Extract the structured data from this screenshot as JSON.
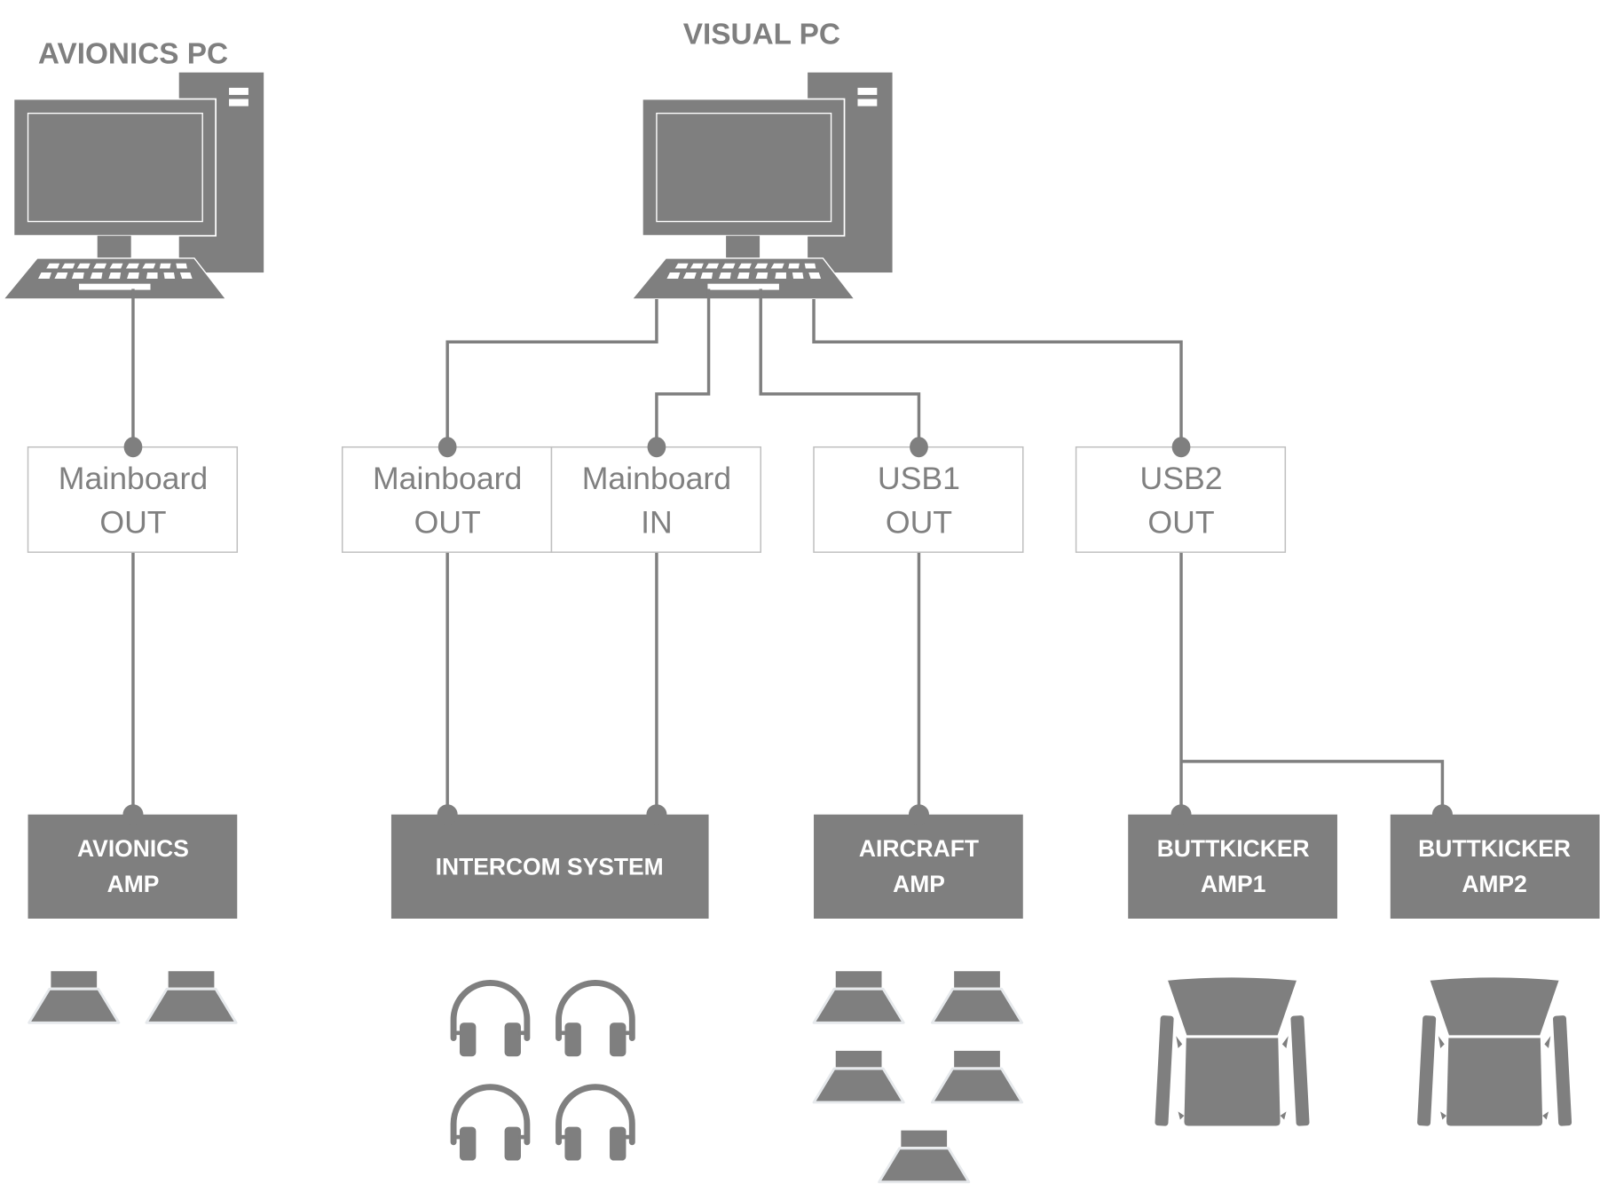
{
  "diagram": {
    "pcs": [
      {
        "id": "avionics-pc",
        "label": "AVIONICS PC"
      },
      {
        "id": "visual-pc",
        "label": "VISUAL PC"
      }
    ],
    "ports": [
      {
        "id": "avionics-mainboard-out",
        "line1": "Mainboard",
        "line2": "OUT",
        "source": "AVIONICS PC"
      },
      {
        "id": "visual-mainboard-out",
        "line1": "Mainboard",
        "line2": "OUT",
        "source": "VISUAL PC"
      },
      {
        "id": "visual-mainboard-in",
        "line1": "Mainboard",
        "line2": "IN",
        "source": "VISUAL PC"
      },
      {
        "id": "visual-usb1-out",
        "line1": "USB1",
        "line2": "OUT",
        "source": "VISUAL PC"
      },
      {
        "id": "visual-usb2-out",
        "line1": "USB2",
        "line2": "OUT",
        "source": "VISUAL PC"
      }
    ],
    "devices": [
      {
        "id": "avionics-amp",
        "line1": "AVIONICS",
        "line2": "AMP",
        "outputs": "2 speakers"
      },
      {
        "id": "intercom-system",
        "line1": "INTERCOM SYSTEM",
        "line2": "",
        "outputs": "4 headsets"
      },
      {
        "id": "aircraft-amp",
        "line1": "AIRCRAFT",
        "line2": "AMP",
        "outputs": "5 speakers"
      },
      {
        "id": "buttkicker-amp1",
        "line1": "BUTTKICKER",
        "line2": "AMP1",
        "outputs": "1 seat"
      },
      {
        "id": "buttkicker-amp2",
        "line1": "BUTTKICKER",
        "line2": "AMP2",
        "outputs": "1 seat"
      }
    ],
    "connections": [
      {
        "from": "AVIONICS PC",
        "to": "Mainboard OUT (Avionics)"
      },
      {
        "from": "Mainboard OUT (Avionics)",
        "to": "AVIONICS AMP"
      },
      {
        "from": "VISUAL PC",
        "to": "Mainboard OUT"
      },
      {
        "from": "VISUAL PC",
        "to": "Mainboard IN"
      },
      {
        "from": "VISUAL PC",
        "to": "USB1 OUT"
      },
      {
        "from": "VISUAL PC",
        "to": "USB2 OUT"
      },
      {
        "from": "Mainboard OUT",
        "to": "INTERCOM SYSTEM"
      },
      {
        "from": "Mainboard IN",
        "to": "INTERCOM SYSTEM"
      },
      {
        "from": "USB1 OUT",
        "to": "AIRCRAFT AMP"
      },
      {
        "from": "USB2 OUT",
        "to": "BUTTKICKER AMP1"
      },
      {
        "from": "USB2 OUT",
        "to": "BUTTKICKER AMP2"
      }
    ],
    "colors": {
      "primary": "#7f7f7f",
      "port_border": "#bfbfbf",
      "text_on_box": "#ffffff"
    }
  }
}
